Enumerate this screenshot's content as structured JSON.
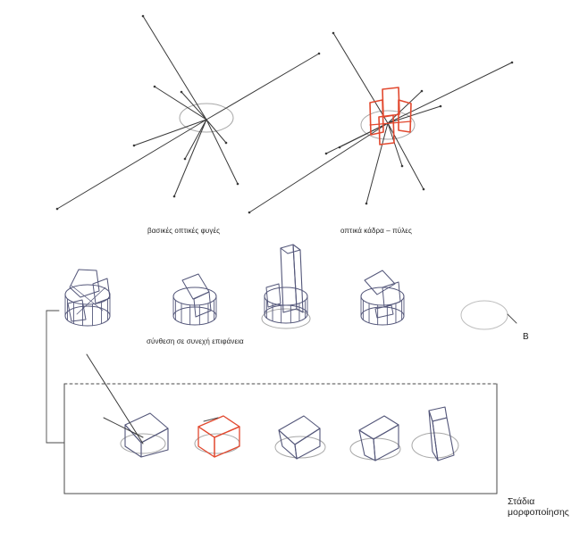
{
  "labels": {
    "sightlines": "βασικές οπτικές φυγές",
    "frames": "οπτικά κάδρα – πύλες",
    "synthesis": "σύνθεση σε συνεχή επιφάνεια",
    "marker": "B",
    "stages_line1": "Στάδια",
    "stages_line2": "μορφοποίησης"
  },
  "colors": {
    "line": "#3a3a3a",
    "block": "#54577a",
    "ellipse": "#a8a8a8",
    "accent": "#e2492f",
    "frame": "#4a4a4a"
  }
}
